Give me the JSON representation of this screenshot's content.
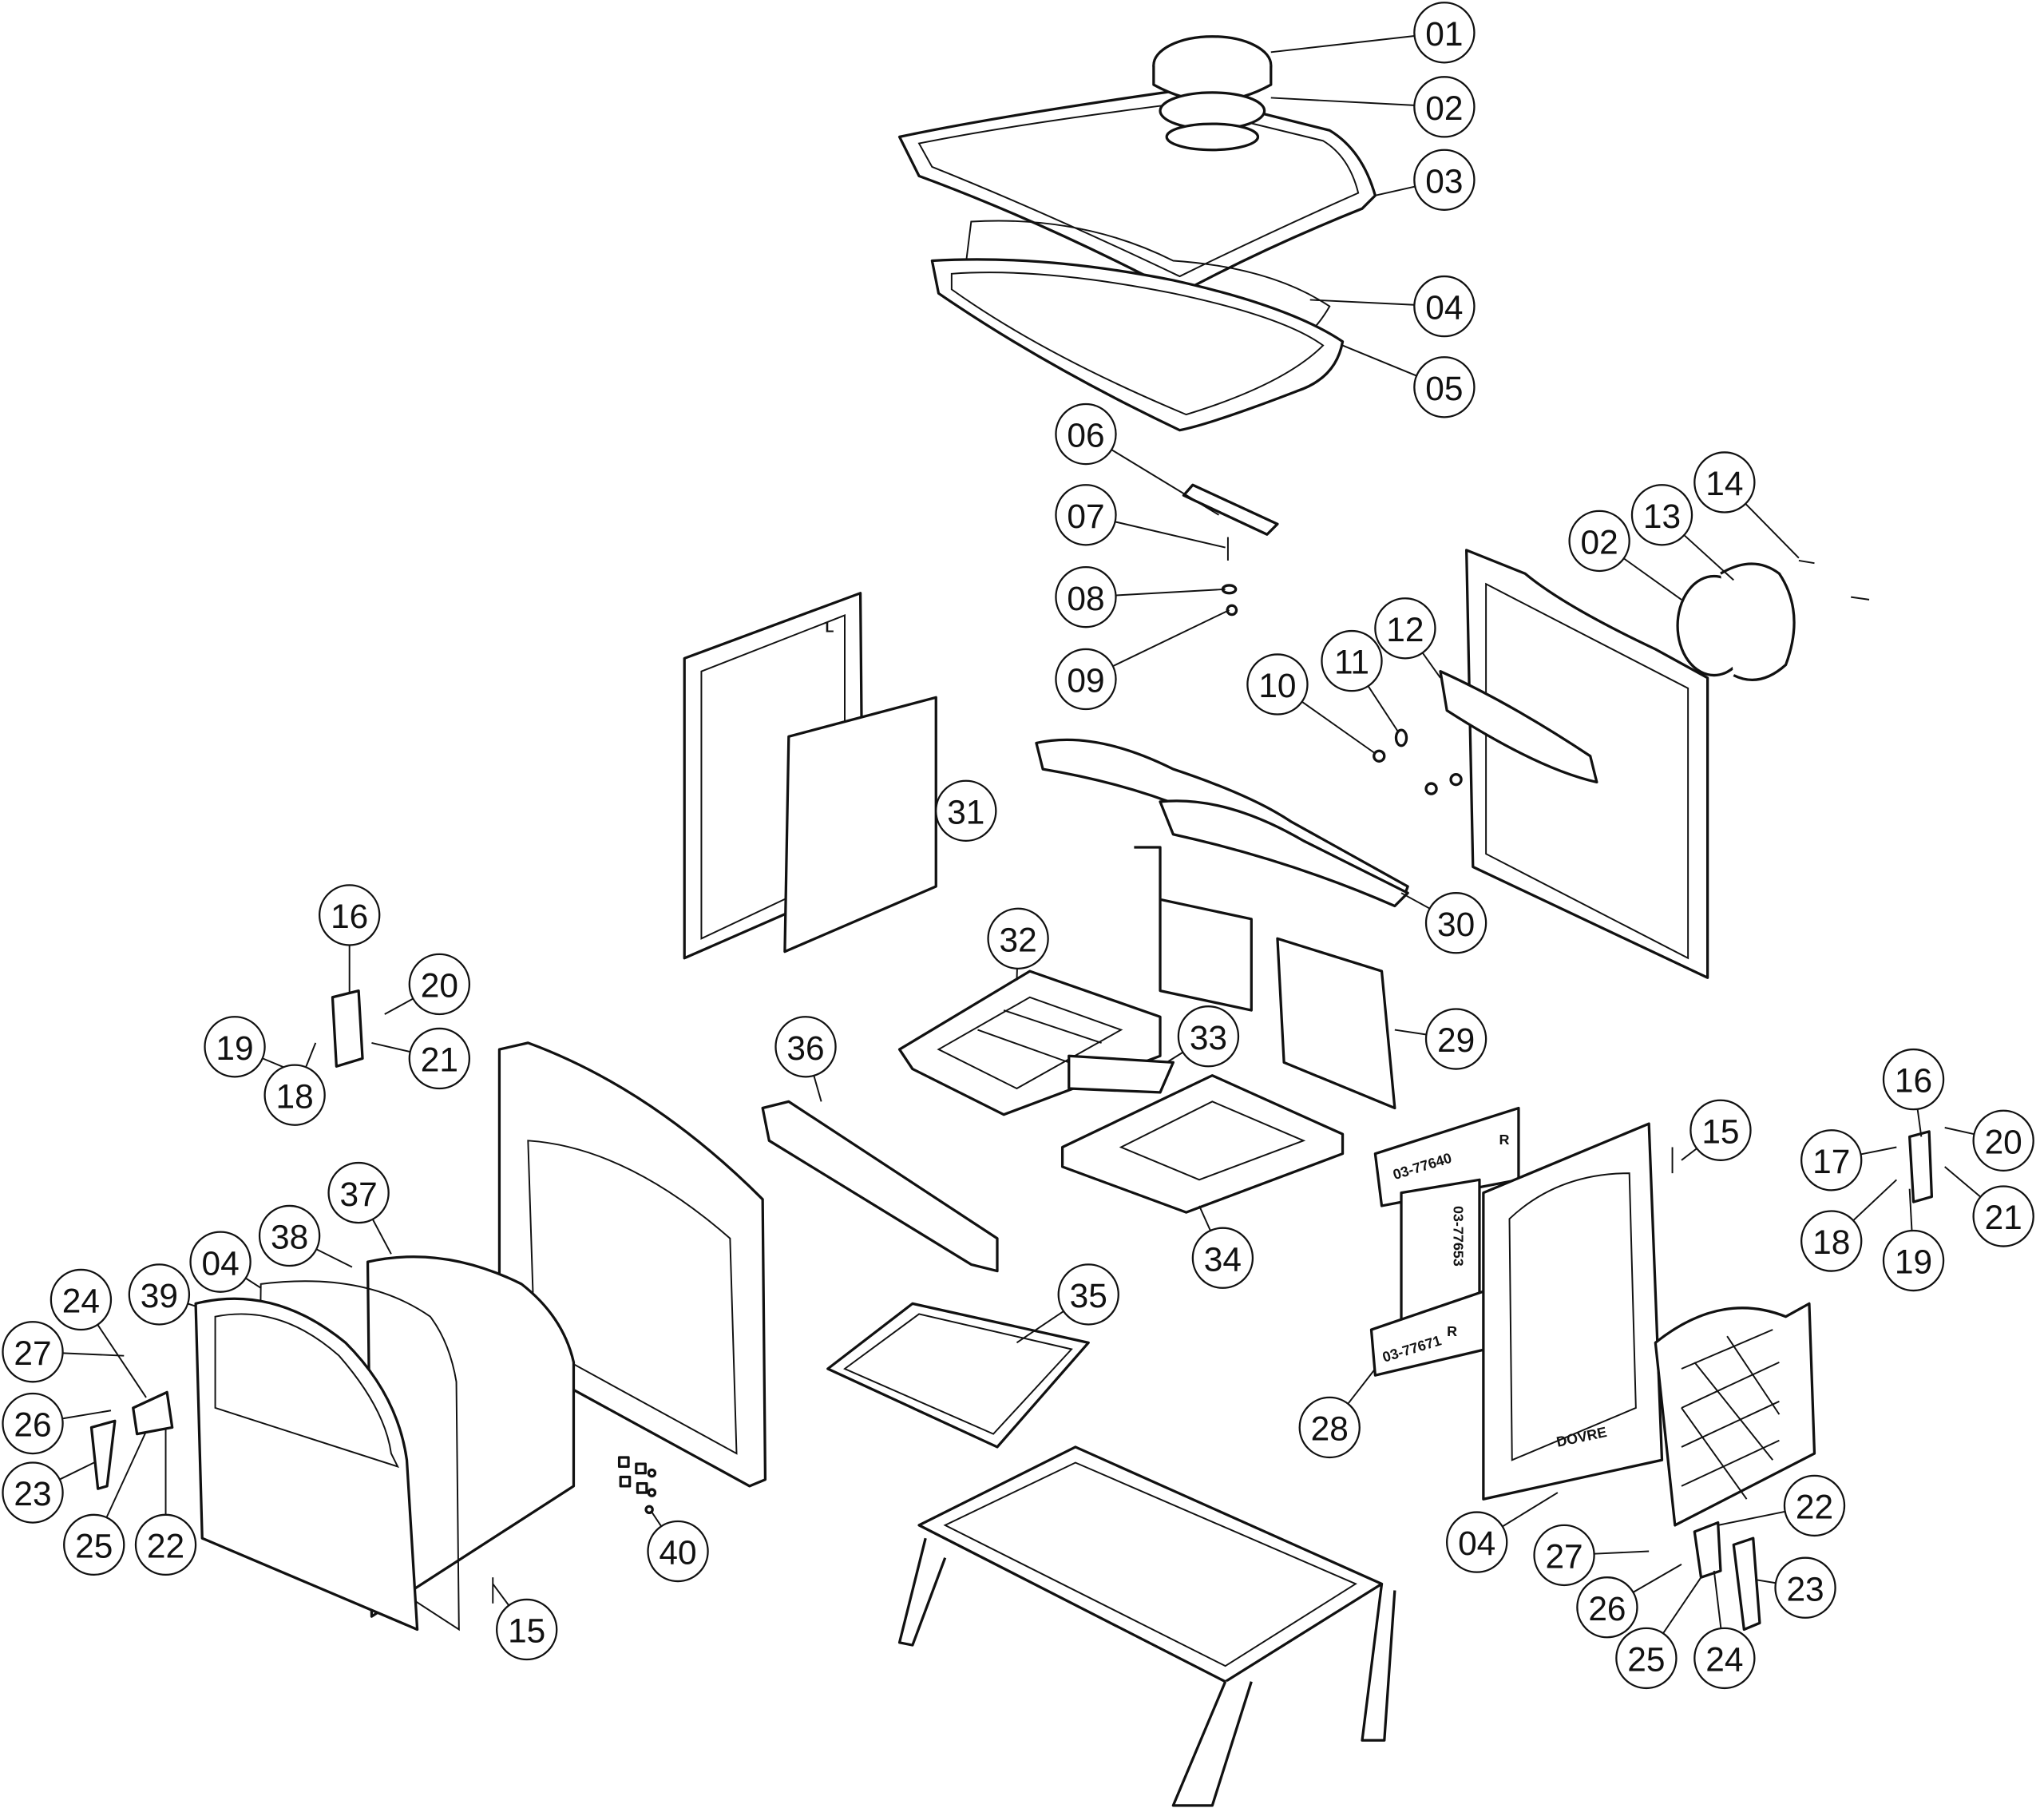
{
  "diagram": {
    "callouts": [
      "01",
      "02",
      "03",
      "04",
      "05",
      "06",
      "07",
      "08",
      "09",
      "10",
      "11",
      "12",
      "14",
      "13",
      "02",
      "31",
      "30",
      "32",
      "33",
      "29",
      "36",
      "16",
      "20",
      "21",
      "19",
      "18",
      "37",
      "38",
      "04",
      "39",
      "24",
      "27",
      "26",
      "23",
      "25",
      "22",
      "15",
      "40",
      "35",
      "34",
      "28",
      "15",
      "04",
      "16",
      "17",
      "20",
      "21",
      "18",
      "19",
      "22",
      "27",
      "23",
      "26",
      "25",
      "24"
    ],
    "cast_text": {
      "left_panel_mark": "L",
      "right_top_number": "03-77640",
      "right_top_mark": "R",
      "right_middle_number": "03-77653",
      "right_bottom_number": "03-77671",
      "right_bottom_mark": "R",
      "brand": "DOVRE"
    }
  }
}
